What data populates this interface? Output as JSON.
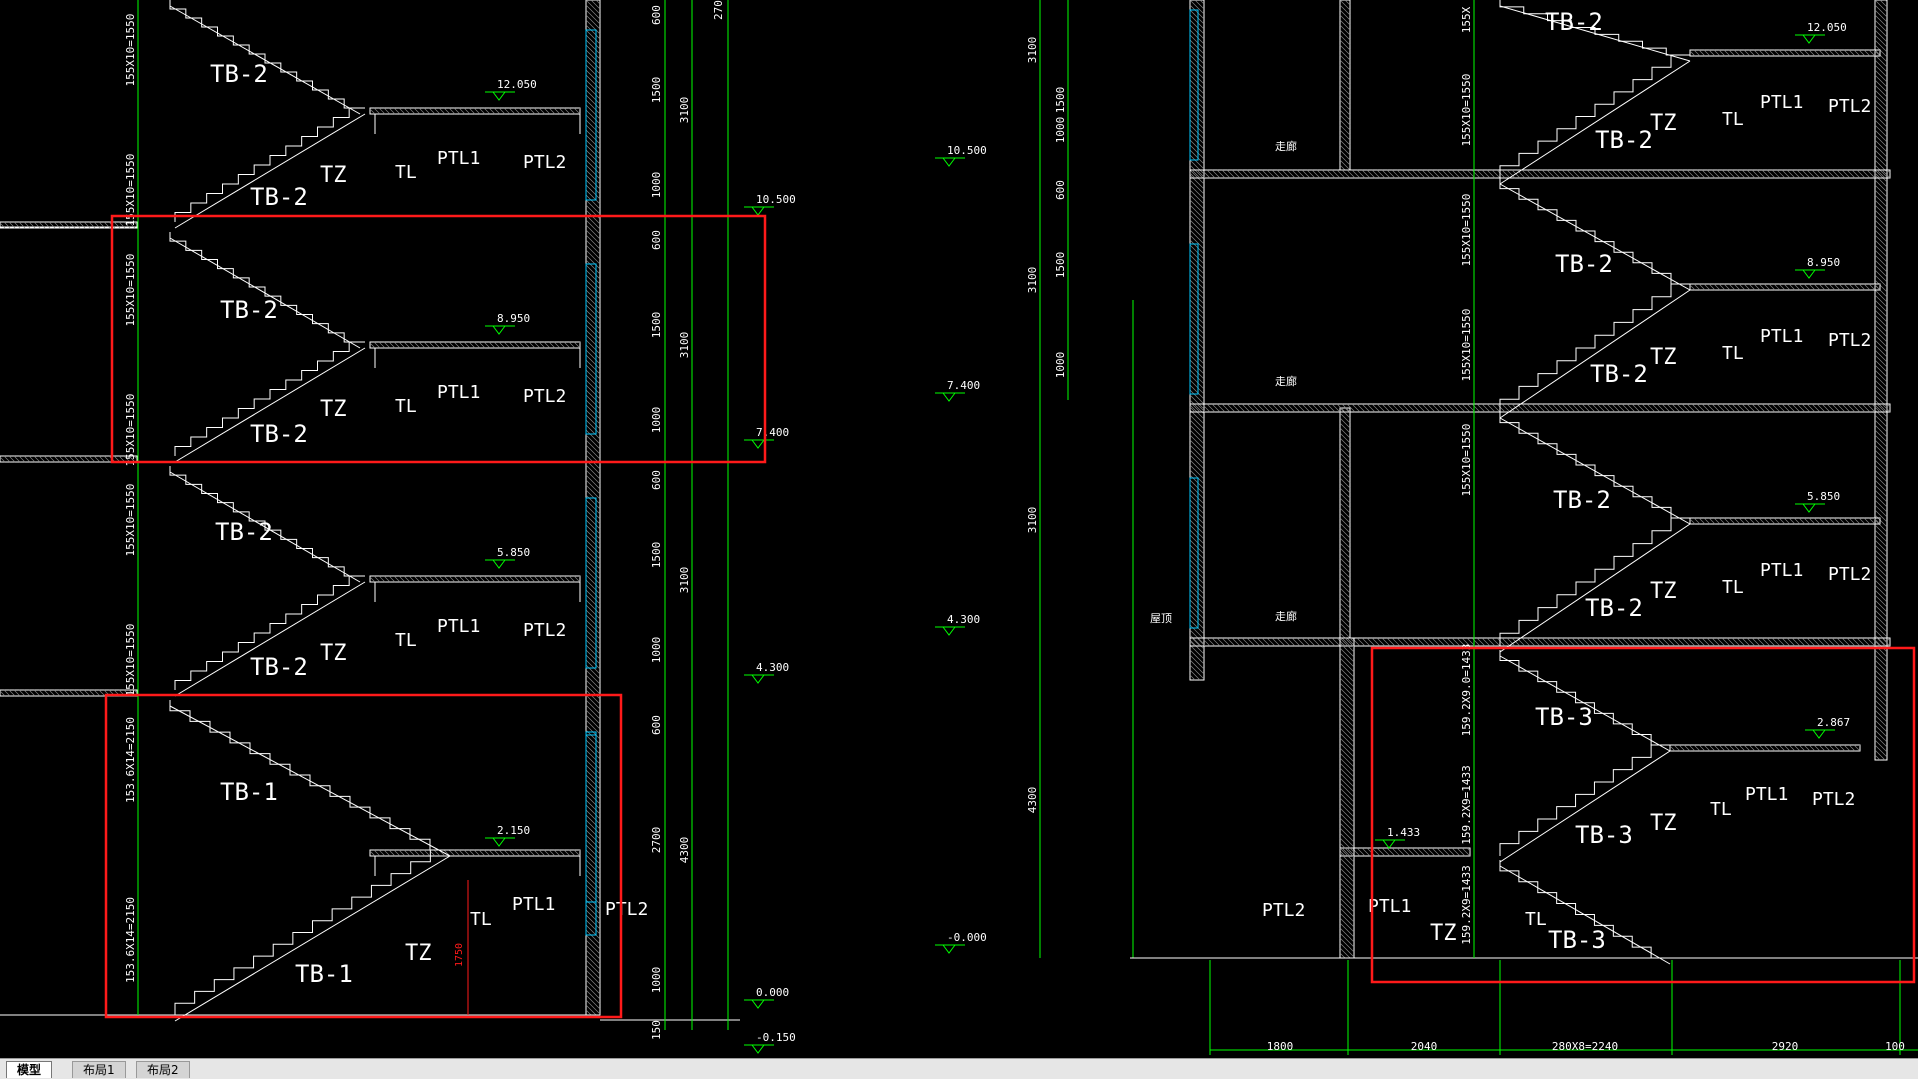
{
  "tabs": {
    "model": "模型",
    "layout1": "布局1",
    "layout2": "布局2"
  },
  "colors": {
    "line": "#ffffff",
    "green": "#00ff00",
    "red": "#ff1a1a",
    "cyan": "#00c8ff",
    "hatch": "#8a8a8a"
  },
  "left": {
    "elevations": [
      "10.500",
      "7.400",
      "4.300",
      "0.000",
      "-0.150"
    ],
    "landing_levels": [
      "12.050",
      "8.950",
      "5.850",
      "2.150"
    ],
    "flights": [
      "TB-2",
      "TB-2",
      "TB-2",
      "TB-2",
      "TB-2",
      "TB-2",
      "TB-1",
      "TB-1"
    ],
    "tags": {
      "tz": "TZ",
      "tl": "TL",
      "ptl1": "PTL1",
      "ptl2": "PTL2"
    },
    "stair_dims": [
      "155X10=1550",
      "155X10=1550",
      "155X10=1550",
      "155X10=1550",
      "155X10=1550",
      "155X10=1550",
      "153.6X14=2150",
      "153.6X14=2150"
    ],
    "vdims": [
      "600",
      "1500",
      "1000",
      "600",
      "1500",
      "1000",
      "600",
      "1500",
      "1000",
      "600",
      "2700",
      "1000",
      "150"
    ],
    "floor_dims": [
      "3100",
      "3100",
      "3100",
      "4300"
    ],
    "top_dim": "270",
    "red_dim": "1750"
  },
  "right": {
    "elevations": [
      "10.500",
      "7.400",
      "4.300",
      "-0.000"
    ],
    "landing_levels": [
      "12.050",
      "8.950",
      "5.850",
      "2.867",
      "1.433"
    ],
    "flights": [
      "TB-2",
      "TB-2",
      "TB-2",
      "TB-2",
      "TB-2",
      "TB-2",
      "TB-3",
      "TB-3",
      "TB-3"
    ],
    "corridor": "走廊",
    "roof": "屋顶",
    "stair_dims": [
      "155X",
      "155X10=1550",
      "155X10=1550",
      "155X10=1550",
      "155X10=1550",
      "159.2X9.0=1433",
      "159.2X9=1433",
      "159.2X9=1433"
    ],
    "vdims": [
      "3100",
      "1500",
      "1000",
      "600",
      "1500",
      "1000",
      "3100",
      "3100",
      "4300"
    ],
    "hdims": [
      "1800",
      "2040",
      "280X8=2240",
      "2920",
      "100"
    ]
  }
}
